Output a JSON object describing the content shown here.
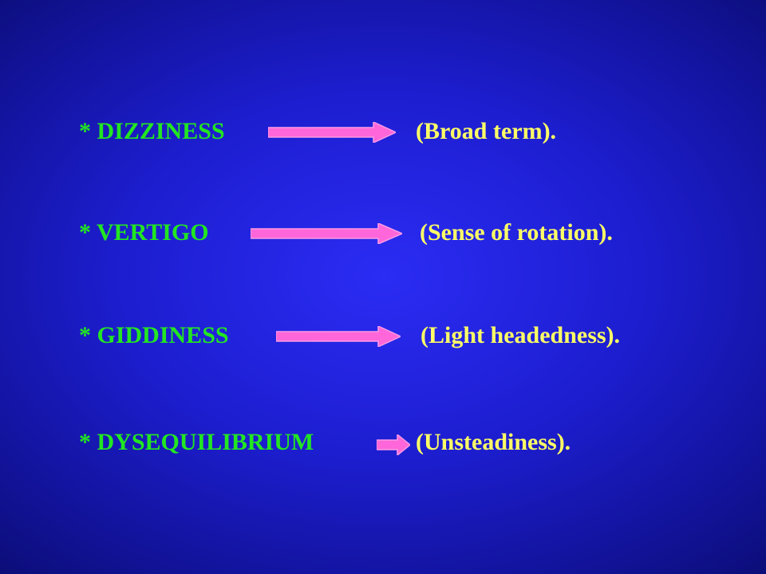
{
  "slide": {
    "items": [
      {
        "term": "* DIZZINESS",
        "arrow": "right-arrow-icon",
        "description": "(Broad term)."
      },
      {
        "term": "* VERTIGO",
        "arrow": "right-arrow-icon",
        "description": "(Sense of rotation)."
      },
      {
        "term": "* GIDDINESS",
        "arrow": "right-arrow-icon",
        "description": "(Light headedness)."
      },
      {
        "term": "* DYSEQUILIBRIUM",
        "arrow": "right-arrow-icon",
        "description": "(Unsteadiness)."
      }
    ]
  },
  "colors": {
    "background": "#1d1ed0",
    "term": "#22e622",
    "description": "#ffff66",
    "arrow_fill": "#ff66d9",
    "arrow_stroke": "#ff99e6"
  }
}
